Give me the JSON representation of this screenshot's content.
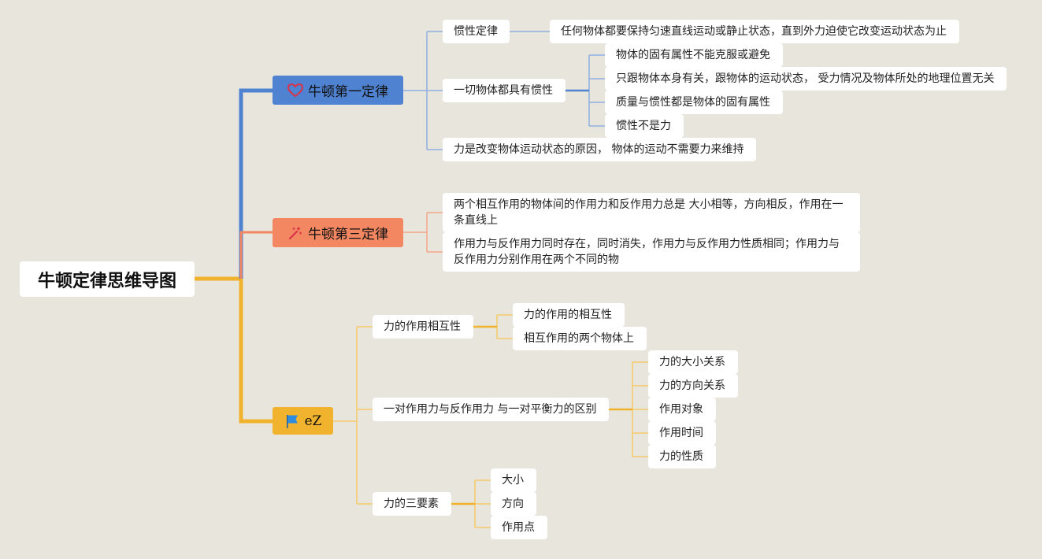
{
  "root": {
    "label": "牛顿定律思维导图"
  },
  "colors": {
    "blue": "#4f82d0",
    "blue_line": "#8fb0e0",
    "salmon": "#f28762",
    "salmon_line": "#f3a68a",
    "yellow": "#f1b32e",
    "yellow_line": "#f5c96a",
    "background": "#e8e5dc"
  },
  "branches": {
    "first": {
      "label": "牛顿第一定律",
      "icon": "heart-icon",
      "inertia_law": {
        "label": "惯性定律",
        "detail": "任何物体都要保持匀速直线运动或静止状态，直到外力迫使它改变运动状态为止"
      },
      "all_inertia": {
        "label": "一切物体都具有惯性",
        "details": [
          "物体的固有属性不能克服或避免",
          "只跟物体本身有关，跟物体的运动状态， 受力情况及物体所处的地理位置无关",
          "质量与惯性都是物体的固有属性",
          "惯性不是力"
        ]
      },
      "force_cause": {
        "label": "力是改变物体运动状态的原因， 物体的运动不需要力来维持"
      }
    },
    "third": {
      "label": "牛顿第三定律",
      "icon": "magic-wand-icon",
      "items": [
        "两个相互作用的物体间的作用力和反作用力总是 大小相等，方向相反，作用在一条直线上",
        "作用力与反作用力同时存在，同时消失，作用力与反作用力性质相同；作用力与反作用力分别作用在两个不同的物"
      ]
    },
    "ez": {
      "label": "eZ",
      "icon": "flag-icon",
      "mutual": {
        "label": "力的作用相互性",
        "details": [
          "力的作用的相互性",
          "相互作用的两个物体上"
        ]
      },
      "difference": {
        "label": "一对作用力与反作用力 与一对平衡力的区别",
        "details": [
          "力的大小关系",
          "力的方向关系",
          "作用对象",
          "作用时间",
          "力的性质"
        ]
      },
      "three_elements": {
        "label": "力的三要素",
        "details": [
          "大小",
          "方向",
          "作用点"
        ]
      }
    }
  }
}
